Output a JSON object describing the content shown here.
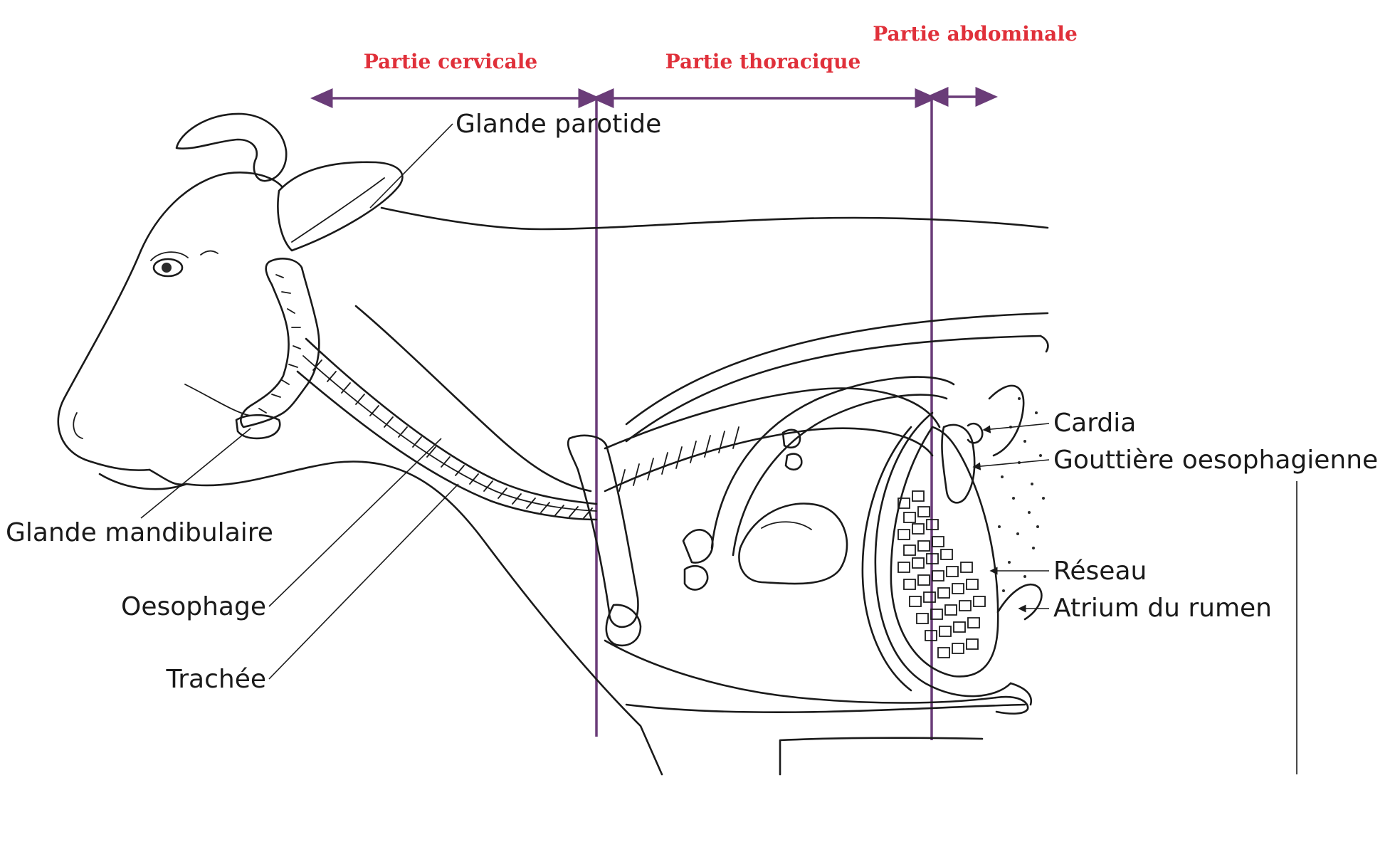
{
  "regions": {
    "cervical": "Partie cervicale",
    "thoracic": "Partie thoracique",
    "abdominal": "Partie abdominale"
  },
  "labels": {
    "parotid": "Glande parotide",
    "mandibular": "Glande mandibulaire",
    "oesophagus": "Oesophage",
    "trachea": "Trachée",
    "cardia": "Cardia",
    "groove": "Gouttière oesophagienne",
    "reticulum": "Réseau",
    "atrium": "Atrium du rumen"
  },
  "colors": {
    "region_label": "#e0303a",
    "divider": "#6a3c78",
    "drawing": "#1a1a1a"
  }
}
